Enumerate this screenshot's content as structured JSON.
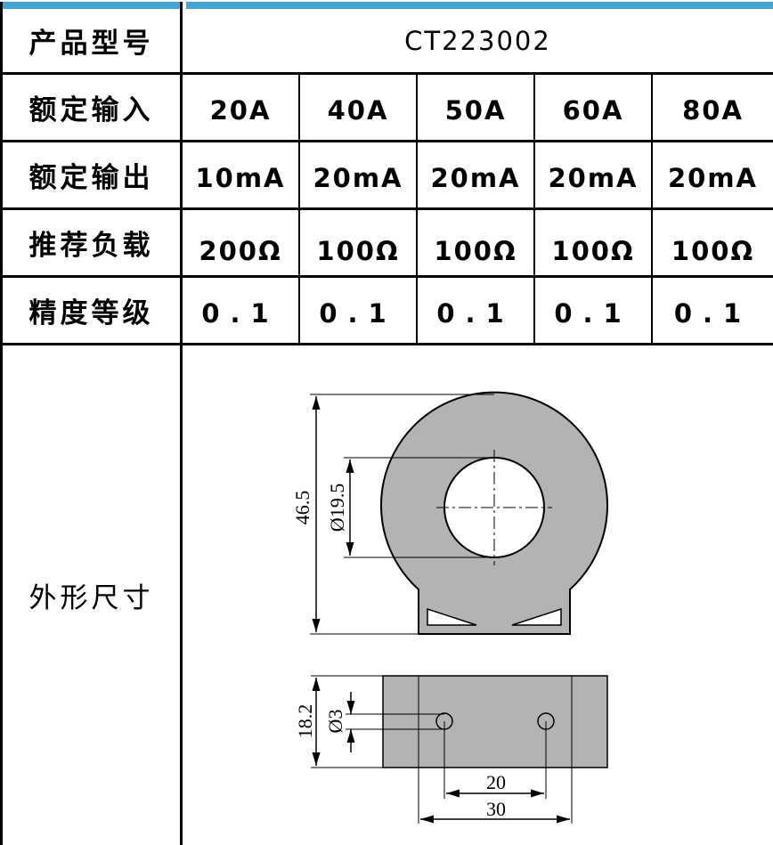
{
  "model": {
    "label": "产品型号",
    "value": "CT223002"
  },
  "rows": [
    {
      "label": "额定输入",
      "values": [
        "20A",
        "40A",
        "50A",
        "60A",
        "80A"
      ]
    },
    {
      "label": "额定输出",
      "values": [
        "10mA",
        "20mA",
        "20mA",
        "20mA",
        "20mA"
      ]
    },
    {
      "label": "推荐负载",
      "values": [
        "200Ω",
        "100Ω",
        "100Ω",
        "100Ω",
        "100Ω"
      ]
    },
    {
      "label": "精度等级",
      "values": [
        "0.1",
        "0.1",
        "0.1",
        "0.1",
        "0.1"
      ]
    }
  ],
  "dimensions": {
    "label": "外形尺寸",
    "outer_diameter": "46.5",
    "inner_diameter": "Ø19.5",
    "height": "18.2",
    "hole_diameter": "Ø3",
    "hole_spacing": "20",
    "base_width": "30"
  },
  "colors": {
    "accent": "#42a5d5",
    "body": "#b3b3b3"
  }
}
